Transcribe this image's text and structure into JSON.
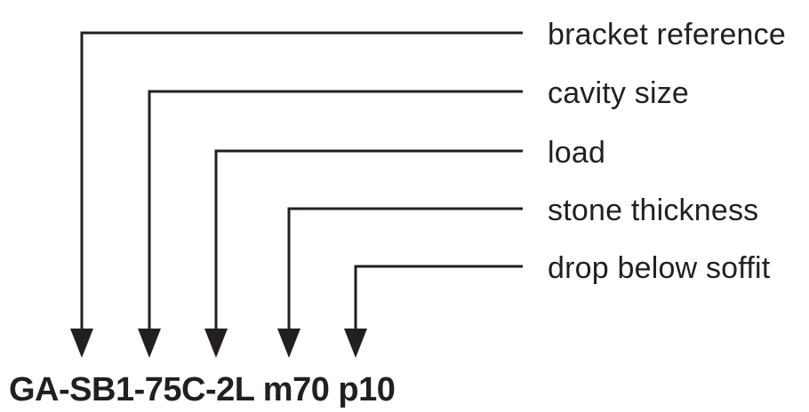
{
  "diagram": {
    "background_color": "#ffffff",
    "ink_color": "#231f20",
    "product_code": "GA-SB1-75C-2L m70 p10",
    "labels": [
      {
        "text": "bracket reference"
      },
      {
        "text": "cavity size"
      },
      {
        "text": "load"
      },
      {
        "text": "stone thickness"
      },
      {
        "text": "drop below soffit"
      }
    ]
  }
}
